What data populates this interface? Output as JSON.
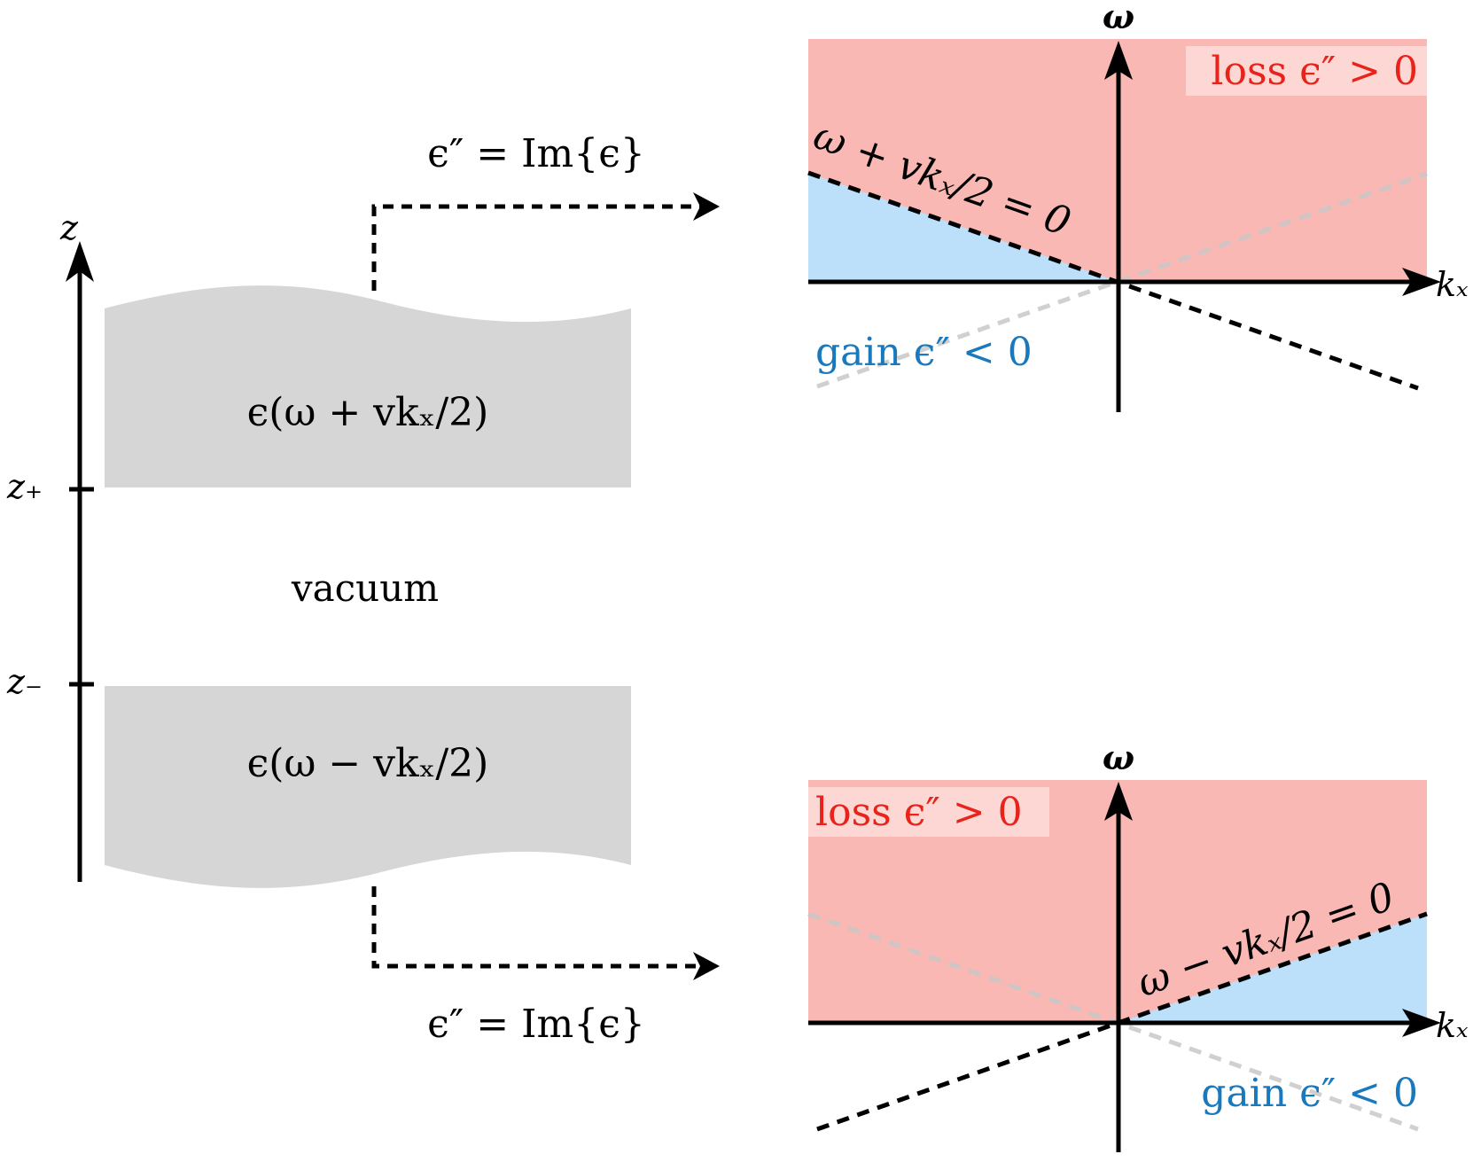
{
  "colors": {
    "loss": "#f9b8b3",
    "gain": "#bcdffa",
    "slab": "#d6d6d6",
    "loss_text": "#e8231c",
    "gain_text": "#1a79bd",
    "axis": "#000000",
    "faded_line": "#c8c8c8"
  },
  "left": {
    "axis_label": "z",
    "tick_plus": "z₊",
    "tick_minus": "z₋",
    "upper_slab_label": "ϵ(ω + vkₓ/2)",
    "lower_slab_label": "ϵ(ω − vkₓ/2)",
    "gap_label": "vacuum",
    "upper_arrow_label": "ϵ″ = Im{ϵ}",
    "lower_arrow_label": "ϵ″ = Im{ϵ}"
  },
  "top_plot": {
    "y_axis_label": "ω",
    "x_axis_label": "kₓ",
    "loss_label": "loss ϵ″ > 0",
    "gain_label": "gain ϵ″ < 0",
    "line_label": "ω + vkₓ/2 = 0"
  },
  "bottom_plot": {
    "y_axis_label": "ω",
    "x_axis_label": "kₓ",
    "loss_label": "loss ϵ″ > 0",
    "gain_label": "gain ϵ″ < 0",
    "line_label": "ω − vkₓ/2 = 0"
  }
}
